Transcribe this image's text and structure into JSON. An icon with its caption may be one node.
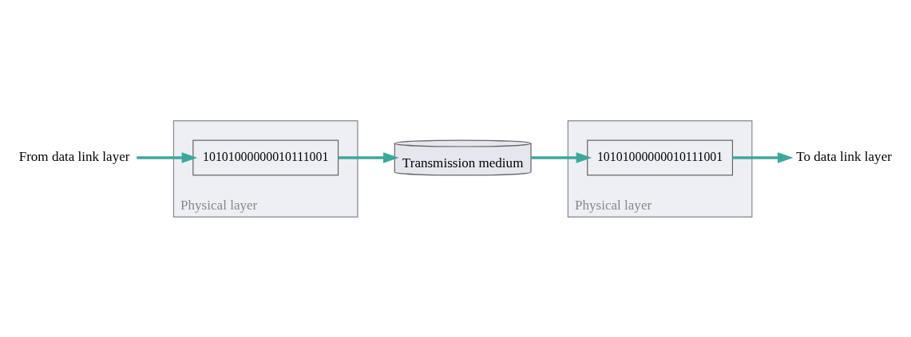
{
  "diagram": {
    "nodes": [
      {
        "text": [
          "From data link layer"
        ]
      },
      {
        "text": [
          "Physical layer"
        ]
      },
      {
        "text": [
          "10101000000010111001"
        ],
        "in": 1
      },
      {
        "text": [
          "Transmission medium"
        ]
      },
      {
        "text": [
          "Physical layer"
        ]
      },
      {
        "text": [
          "10101000000010111001"
        ],
        "in": 4
      },
      {
        "text": [
          "To data link layer"
        ]
      }
    ],
    "edges": [
      {
        "from": 0,
        "to": 2,
        "arrow": "to"
      },
      {
        "from": 2,
        "to": 3,
        "arrow": "to"
      },
      {
        "from": 3,
        "to": 5,
        "arrow": "to"
      },
      {
        "from": 5,
        "to": 6,
        "arrow": "to"
      }
    ]
  }
}
